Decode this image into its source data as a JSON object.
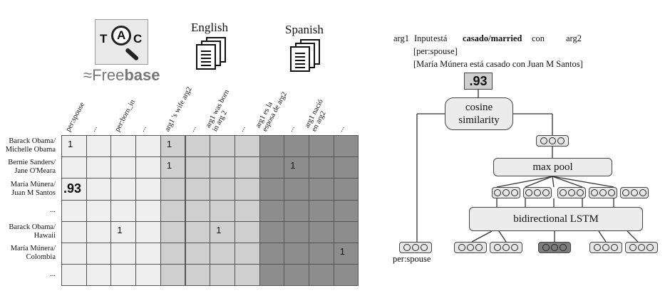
{
  "logos": {
    "tac_letters": [
      "T",
      "A",
      "C"
    ],
    "freebase_prefix": "Free",
    "freebase_bold": "base"
  },
  "headers": {
    "english": "English",
    "spanish": "Spanish"
  },
  "matrix": {
    "columns": [
      "per:spouse",
      "...",
      "per:born_in",
      "...",
      "arg1 's wife arg2",
      "...",
      "arg1 was born\nin arg 2",
      "...",
      "arg1 es la\nesposa de arg2",
      "...",
      "arg1 nació\nen arg2",
      "..."
    ],
    "rows": [
      "Barack Obama/\nMichelle Obama",
      "Bernie Sanders/\nJane O'Meara",
      "María Múnera/\nJuan M Santos",
      "...",
      "Barack Obama/\nHawaii",
      "María Múnera/\nColombia",
      "..."
    ],
    "values": [
      {
        "row": 0,
        "col": 0,
        "text": "1"
      },
      {
        "row": 0,
        "col": 4,
        "text": "1"
      },
      {
        "row": 1,
        "col": 4,
        "text": "1"
      },
      {
        "row": 1,
        "col": 9,
        "text": "1"
      },
      {
        "row": 2,
        "col": 0,
        "text": ".93",
        "bold": true
      },
      {
        "row": 4,
        "col": 2,
        "text": "1"
      },
      {
        "row": 4,
        "col": 6,
        "text": "1"
      },
      {
        "row": 5,
        "col": 11,
        "text": "1"
      }
    ]
  },
  "network": {
    "sentence": {
      "arg1": "arg1",
      "input": "Input",
      "esta": "está",
      "casado": "casado/married",
      "con": "con",
      "arg2": "arg2"
    },
    "relation_label": "[per:spouse]",
    "sentence_label": "[María Múnera está casado con Juan M Santos]",
    "score": ".93",
    "cosine": "cosine\nsimilarity",
    "max_pool": "max pool",
    "lstm": "bidirectional LSTM",
    "relation_vector_label": "per:spouse"
  }
}
